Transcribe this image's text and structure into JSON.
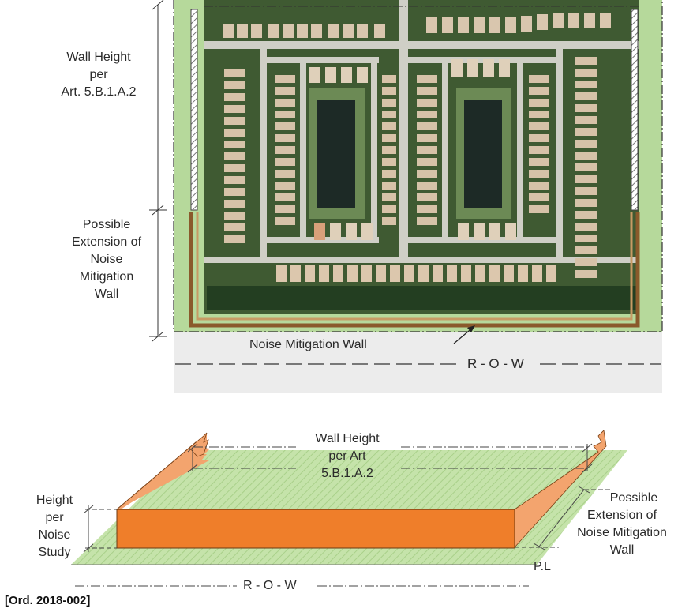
{
  "plan": {
    "wall_height_label": [
      "Wall Height",
      "per",
      "Art. 5.B.1.A.2"
    ],
    "extension_label": [
      "Possible",
      "Extension of",
      "Noise",
      "Mitigation",
      "Wall"
    ],
    "noise_wall_label": "Noise Mitigation Wall",
    "row_label": "R - O - W"
  },
  "section": {
    "wall_height_label": [
      "Wall Height",
      "per Art",
      "5.B.1.A.2"
    ],
    "height_noise_label": [
      "Height",
      "per",
      "Noise",
      "Study"
    ],
    "extension_label": [
      "Possible",
      "Extension of",
      "Noise Mitigation",
      "Wall"
    ],
    "pl_label": "P.L",
    "row_label": "R - O - W"
  },
  "footer": {
    "ordinance": "[Ord. 2018-002]"
  },
  "colors": {
    "wall_front": "#ef7e2a",
    "wall_side": "#f3a46e",
    "wall_top": "#f7c8a0",
    "ground": "#bfe0a0",
    "buffer": "#b6d99b",
    "row_band": "#ececec",
    "wall_plan": "#8a5a2b"
  }
}
